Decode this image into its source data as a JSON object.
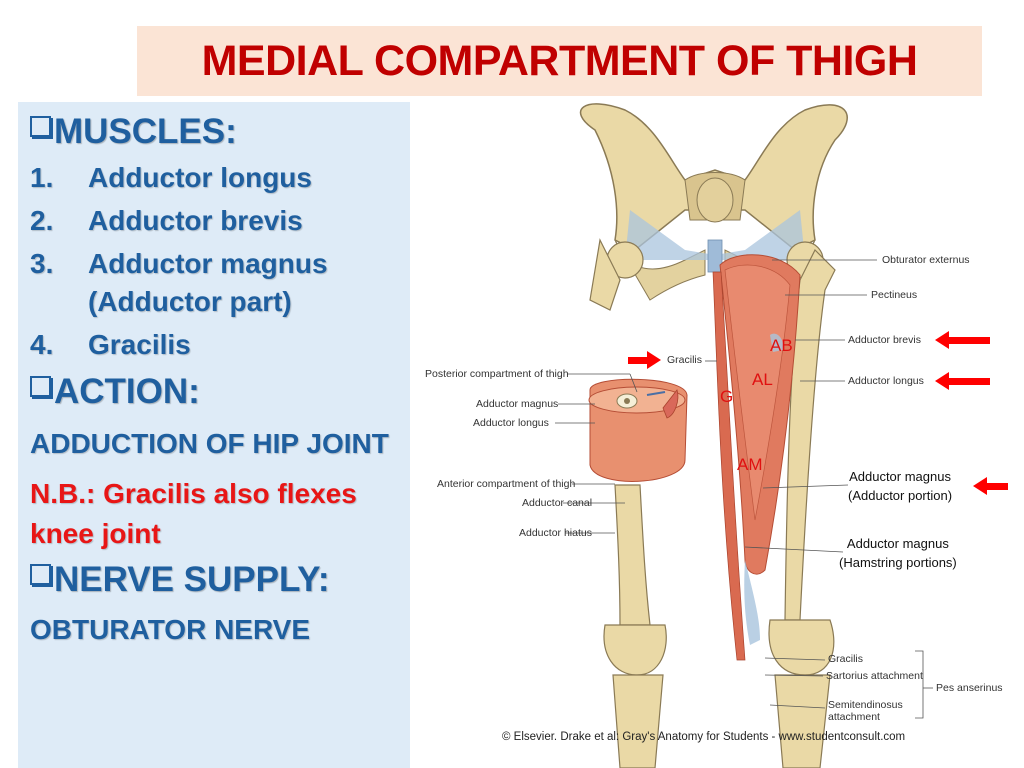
{
  "title": "MEDIAL COMPARTMENT OF THIGH",
  "left_panel": {
    "muscles_heading": "MUSCLES:",
    "muscles": [
      {
        "num": "1.",
        "text": "Adductor longus"
      },
      {
        "num": "2.",
        "text": "Adductor brevis"
      },
      {
        "num": "3.",
        "text": "Adductor magnus (Adductor part)"
      },
      {
        "num": "4.",
        "text": "Gracilis"
      }
    ],
    "action_heading": "ACTION:",
    "action_text": "ADDUCTION OF HIP JOINT",
    "nb_text": "N.B.: Gracilis also flexes knee joint",
    "nerve_heading": "NERVE SUPPLY:",
    "nerve_text": "OBTURATOR NERVE"
  },
  "figure": {
    "labels_right": {
      "obturator_externus": "Obturator externus",
      "pectineus": "Pectineus",
      "adductor_brevis": "Adductor brevis",
      "adductor_longus": "Adductor longus",
      "gracilis_bottom": "Gracilis",
      "sartorius_attachment": "Sartorius attachment",
      "semitendinosus_attachment": "Semitendinosus attachment",
      "pes_anserinus": "Pes anserinus"
    },
    "labels_left": {
      "gracilis": "Gracilis",
      "posterior_compartment": "Posterior compartment of thigh",
      "adductor_magnus": "Adductor magnus",
      "adductor_longus": "Adductor longus",
      "anterior_compartment": "Anterior compartment of thigh",
      "adductor_canal": "Adductor canal",
      "adductor_hiatus": "Adductor hiatus"
    },
    "abbreviations": {
      "ab": "AB",
      "al": "AL",
      "g": "G",
      "am": "AM"
    },
    "callouts": {
      "magnus_adductor_line1": "Adductor magnus",
      "magnus_adductor_line2": "(Adductor portion)",
      "magnus_hamstring_line1": "Adductor magnus",
      "magnus_hamstring_line2": "(Hamstring portions)"
    },
    "credit": "© Elsevier. Drake et al: Gray's Anatomy for Students - www.studentconsult.com"
  },
  "colors": {
    "title_red": "#c00000",
    "title_bg": "#fbe4d5",
    "panel_bg": "#deebf7",
    "heading_blue": "#1f5f9f",
    "nb_red": "#e81616",
    "arrow_red": "#ff0000",
    "bone": "#e8d9a8",
    "muscle": "#e07a5f",
    "ligament": "#a9c4dd"
  }
}
